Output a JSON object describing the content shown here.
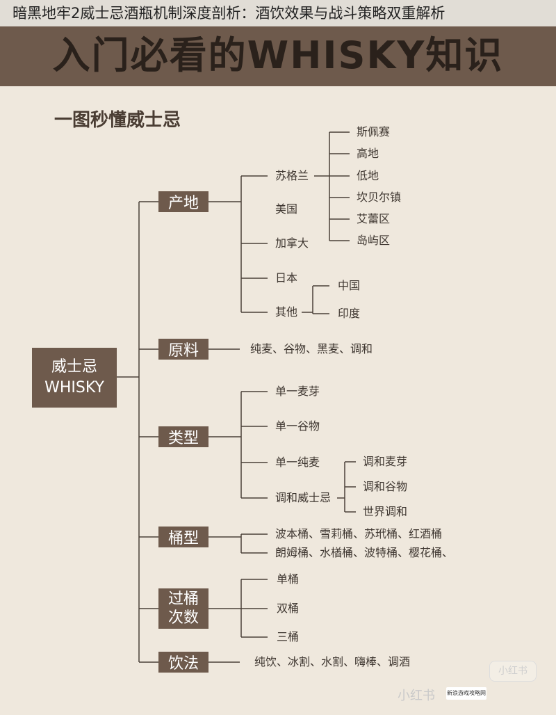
{
  "overlay_title": "暗黑地牢2威士忌酒瓶机制深度剖析：酒饮效果与战斗策略双重解析",
  "banner_title": "入门必看的WHISKY知识",
  "subtitle": "一图秒懂威士忌",
  "root": {
    "line1": "威士忌",
    "line2": "WHISKY"
  },
  "categories": {
    "origin": "产地",
    "material": "原料",
    "type": "类型",
    "cask": "桶型",
    "finish_line1": "过桶",
    "finish_line2": "次数",
    "drink": "饮法"
  },
  "origin": {
    "scotland": "苏格兰",
    "usa": "美国",
    "canada": "加拿大",
    "japan": "日本",
    "other": "其他",
    "scotland_regions": [
      "斯佩赛",
      "高地",
      "低地",
      "坎贝尔镇",
      "艾蕾区",
      "岛屿区"
    ],
    "other_regions": [
      "中国",
      "印度"
    ]
  },
  "material_text": "纯麦、谷物、黑麦、调和",
  "types": {
    "single_malt": "单一麦芽",
    "single_grain": "单一谷物",
    "pure_malt": "单一纯麦",
    "blended": "调和威士忌",
    "blended_sub": [
      "调和麦芽",
      "调和谷物",
      "世界调和"
    ]
  },
  "cask_line1": "波本桶、雪莉桶、苏玳桶、红酒桶",
  "cask_line2": "朗姆桶、水楢桶、波特桶、樱花桶、",
  "finish": [
    "单桶",
    "双桶",
    "三桶"
  ],
  "drink_text": "纯饮、冰割、水割、嗨棒、调酒",
  "watermarks": {
    "badge": "小红书",
    "text": "小红书",
    "logo": "新浪游戏攻略网"
  },
  "colors": {
    "header": "#6e5a4c",
    "background": "#efe8dd",
    "line": "#4a4038"
  }
}
